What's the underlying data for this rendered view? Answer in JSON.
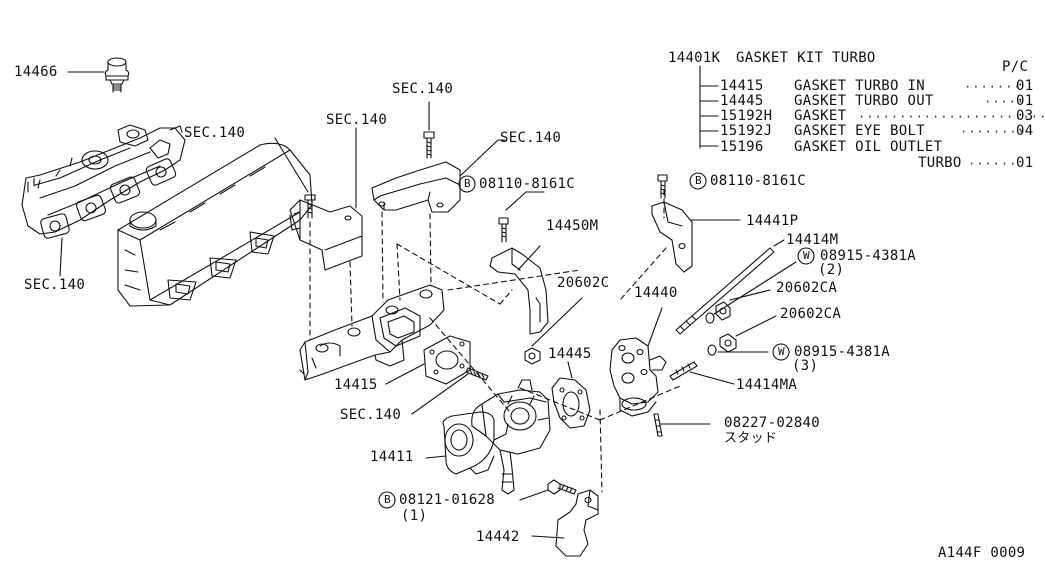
{
  "parts": {
    "p14466": "14466",
    "sec_a": "SEC.140",
    "sec_b": "SEC.140",
    "sec_c": "SEC.140",
    "sec_d": "SEC.140",
    "sec_e": "SEC.140",
    "sec_f": "SEC.140",
    "bolt_a": "08110-8161C",
    "bolt_b": "08110-8161C",
    "p14450m": "14450M",
    "p20602c": "20602C",
    "p14440": "14440",
    "p14441p": "14441P",
    "p14414m": "14414M",
    "washer_a": "08915-4381A",
    "washer_a_qty": "(2)",
    "p20602ca_a": "20602CA",
    "p20602ca_b": "20602CA",
    "washer_b": "08915-4381A",
    "washer_b_qty": "(3)",
    "p14414ma": "14414MA",
    "p14445": "14445",
    "p14415": "14415",
    "stud": "08227-02840",
    "stud_jp": "スタッド",
    "p14411": "14411",
    "bolt_c": "08121-01628",
    "bolt_c_qty": "(1)",
    "p14442": "14442",
    "diagram_id": "A144F 0009"
  },
  "symbols": {
    "bolt": "B",
    "washer": "W"
  },
  "kit": {
    "code": "14401K",
    "title": "GASKET KIT TURBO",
    "pc_header": "P/C",
    "items": [
      {
        "code": "14415",
        "name": "GASKET TURBO IN",
        "qty": "01"
      },
      {
        "code": "14445",
        "name": "GASKET TURBO OUT",
        "qty": "01"
      },
      {
        "code": "15192H",
        "name": "GASKET",
        "qty": "03"
      },
      {
        "code": "15192J",
        "name": "GASKET EYE BOLT",
        "qty": "04"
      },
      {
        "code": "15196",
        "name": "GASKET OIL OUTLET",
        "qty": ""
      }
    ],
    "extra_name": "TURBO",
    "extra_qty": "01"
  }
}
